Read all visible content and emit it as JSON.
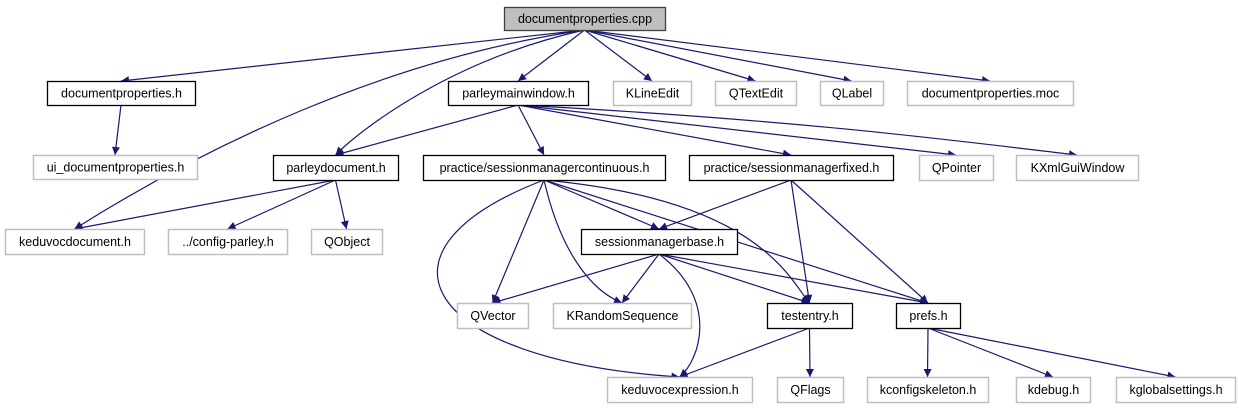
{
  "title": "documentproperties.cpp",
  "colors": {
    "edge": "#191970",
    "root_fill": "#bfbfbf",
    "root_border": "#404040",
    "documented_border": "#000000",
    "external_border": "#bfbfbf",
    "node_fill": "#ffffff"
  },
  "nodes": [
    {
      "id": "root",
      "label": "documentproperties.cpp",
      "kind": "root"
    },
    {
      "id": "dp_h",
      "label": "documentproperties.h",
      "kind": "documented"
    },
    {
      "id": "pmw",
      "label": "parleymainwindow.h",
      "kind": "documented"
    },
    {
      "id": "klineedit",
      "label": "KLineEdit",
      "kind": "external"
    },
    {
      "id": "qtextedit",
      "label": "QTextEdit",
      "kind": "external"
    },
    {
      "id": "qlabel",
      "label": "QLabel",
      "kind": "external"
    },
    {
      "id": "dp_moc",
      "label": "documentproperties.moc",
      "kind": "external"
    },
    {
      "id": "ui_dp",
      "label": "ui_documentproperties.h",
      "kind": "external"
    },
    {
      "id": "pdoc",
      "label": "parleydocument.h",
      "kind": "documented"
    },
    {
      "id": "smc",
      "label": "practice/sessionmanagercontinuous.h",
      "kind": "documented"
    },
    {
      "id": "smf",
      "label": "practice/sessionmanagerfixed.h",
      "kind": "documented"
    },
    {
      "id": "qpointer",
      "label": "QPointer",
      "kind": "external"
    },
    {
      "id": "kxml",
      "label": "KXmlGuiWindow",
      "kind": "external"
    },
    {
      "id": "kevdoc",
      "label": "keduvocdocument.h",
      "kind": "external"
    },
    {
      "id": "config",
      "label": "../config-parley.h",
      "kind": "external"
    },
    {
      "id": "qobject",
      "label": "QObject",
      "kind": "external"
    },
    {
      "id": "smb",
      "label": "sessionmanagerbase.h",
      "kind": "documented"
    },
    {
      "id": "qvector",
      "label": "QVector",
      "kind": "external"
    },
    {
      "id": "krand",
      "label": "KRandomSequence",
      "kind": "external"
    },
    {
      "id": "testentry",
      "label": "testentry.h",
      "kind": "documented"
    },
    {
      "id": "prefs",
      "label": "prefs.h",
      "kind": "documented"
    },
    {
      "id": "kevexpr",
      "label": "keduvocexpression.h",
      "kind": "external"
    },
    {
      "id": "qflags",
      "label": "QFlags",
      "kind": "external"
    },
    {
      "id": "kconfig",
      "label": "kconfigskeleton.h",
      "kind": "external"
    },
    {
      "id": "kdebug",
      "label": "kdebug.h",
      "kind": "external"
    },
    {
      "id": "kglobal",
      "label": "kglobalsettings.h",
      "kind": "external"
    }
  ],
  "edges": [
    [
      "root",
      "dp_h"
    ],
    [
      "root",
      "pmw"
    ],
    [
      "root",
      "klineedit"
    ],
    [
      "root",
      "qtextedit"
    ],
    [
      "root",
      "qlabel"
    ],
    [
      "root",
      "dp_moc"
    ],
    [
      "root",
      "pdoc"
    ],
    [
      "root",
      "kevdoc"
    ],
    [
      "dp_h",
      "ui_dp"
    ],
    [
      "pmw",
      "pdoc"
    ],
    [
      "pmw",
      "smc"
    ],
    [
      "pmw",
      "smf"
    ],
    [
      "pmw",
      "qpointer"
    ],
    [
      "pmw",
      "kxml"
    ],
    [
      "pdoc",
      "kevdoc"
    ],
    [
      "pdoc",
      "config"
    ],
    [
      "pdoc",
      "qobject"
    ],
    [
      "smc",
      "smb"
    ],
    [
      "smc",
      "qvector"
    ],
    [
      "smc",
      "krand"
    ],
    [
      "smc",
      "testentry"
    ],
    [
      "smc",
      "prefs"
    ],
    [
      "smc",
      "kevexpr"
    ],
    [
      "smf",
      "smb"
    ],
    [
      "smf",
      "testentry"
    ],
    [
      "smf",
      "prefs"
    ],
    [
      "smb",
      "qvector"
    ],
    [
      "smb",
      "krand"
    ],
    [
      "smb",
      "testentry"
    ],
    [
      "smb",
      "prefs"
    ],
    [
      "smb",
      "kevexpr"
    ],
    [
      "testentry",
      "kevexpr"
    ],
    [
      "testentry",
      "qflags"
    ],
    [
      "prefs",
      "kconfig"
    ],
    [
      "prefs",
      "kdebug"
    ],
    [
      "prefs",
      "kglobal"
    ]
  ]
}
